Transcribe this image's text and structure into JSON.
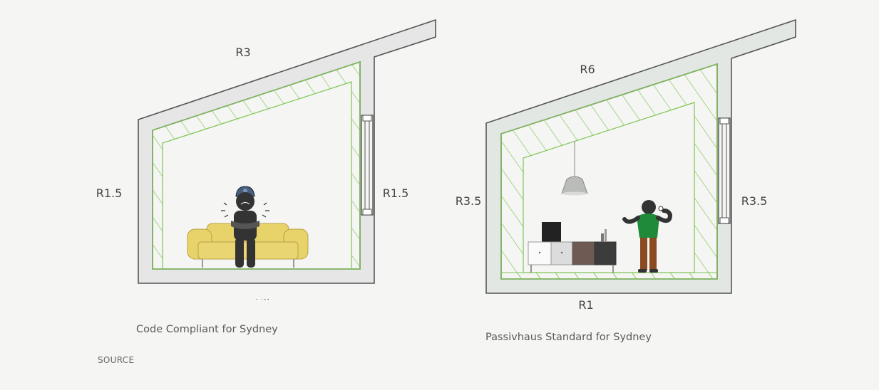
{
  "left_house": {
    "roof_label": "R3",
    "left_wall_label": "R1.5",
    "right_wall_label": "R1.5",
    "floor_label": "Nil",
    "caption": "Code Compliant for Sydney"
  },
  "right_house": {
    "roof_label": "R6",
    "left_wall_label": "R3.5",
    "right_wall_label": "R3.5",
    "floor_label": "R1",
    "caption": "Passivhaus Standard for Sydney"
  },
  "source_label": "SOURCE",
  "colors": {
    "background": "#f5f5f3",
    "wall_left": "#e6e6e6",
    "wall_right": "#e3e7e3",
    "wall_stroke": "#555555",
    "insulation": "#7cc653",
    "sofa": "#e8d26a",
    "shirt": "#1e8a3a",
    "pants": "#8a4a22",
    "figure": "#333333"
  },
  "icons": [
    "shivering-person-icon",
    "sofa-icon",
    "pendant-lamp-icon",
    "cabinet-icon",
    "person-drinking-icon",
    "window-icon"
  ]
}
